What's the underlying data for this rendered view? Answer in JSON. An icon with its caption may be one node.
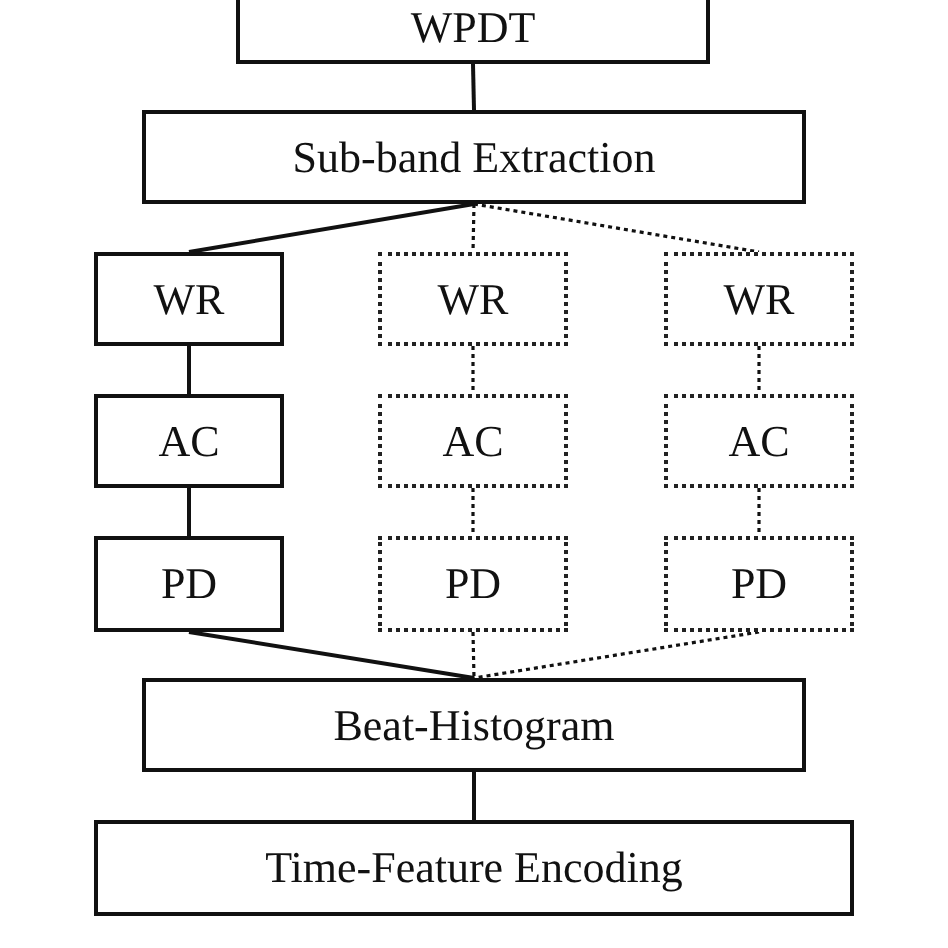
{
  "diagram": {
    "nodes": [
      {
        "text": [
          "WPDT"
        ]
      },
      {
        "text": [
          "Sub-band Extraction"
        ]
      },
      {
        "text": [
          "WR"
        ]
      },
      {
        "text": [
          "WR"
        ]
      },
      {
        "text": [
          "WR"
        ]
      },
      {
        "text": [
          "AC"
        ]
      },
      {
        "text": [
          "AC"
        ]
      },
      {
        "text": [
          "AC"
        ]
      },
      {
        "text": [
          "PD"
        ]
      },
      {
        "text": [
          "PD"
        ]
      },
      {
        "text": [
          "PD"
        ]
      },
      {
        "text": [
          "Beat-Histogram"
        ]
      },
      {
        "text": [
          "Time-Feature Encoding"
        ]
      }
    ],
    "edges": [
      {
        "from": 0,
        "to": 1,
        "arrow": "none"
      },
      {
        "from": 1,
        "to": 2,
        "arrow": "none"
      },
      {
        "from": 1,
        "to": 3,
        "arrow": "none",
        "style": "dashed"
      },
      {
        "from": 1,
        "to": 4,
        "arrow": "none",
        "style": "dashed"
      },
      {
        "from": 2,
        "to": 5,
        "arrow": "none"
      },
      {
        "from": 3,
        "to": 6,
        "arrow": "none",
        "style": "dashed"
      },
      {
        "from": 4,
        "to": 7,
        "arrow": "none",
        "style": "dashed"
      },
      {
        "from": 5,
        "to": 8,
        "arrow": "none"
      },
      {
        "from": 6,
        "to": 9,
        "arrow": "none",
        "style": "dashed"
      },
      {
        "from": 7,
        "to": 10,
        "arrow": "none",
        "style": "dashed"
      },
      {
        "from": 8,
        "to": 11,
        "arrow": "none"
      },
      {
        "from": 9,
        "to": 11,
        "arrow": "none",
        "style": "dashed"
      },
      {
        "from": 10,
        "to": 11,
        "arrow": "none",
        "style": "dashed"
      },
      {
        "from": 11,
        "to": 12,
        "arrow": "none"
      }
    ]
  }
}
